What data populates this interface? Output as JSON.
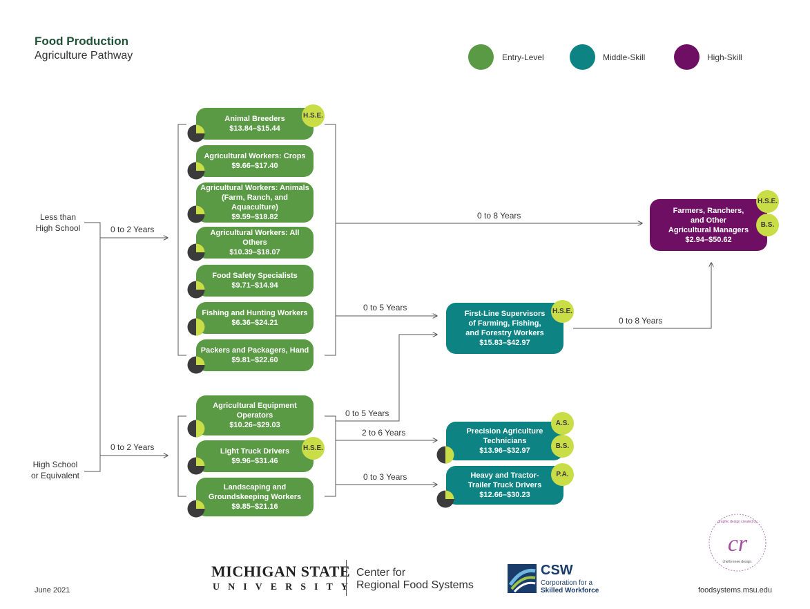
{
  "header": {
    "title": "Food Production",
    "subtitle": "Agriculture Pathway"
  },
  "legend": [
    {
      "label": "Entry-Level",
      "color": "#5a9a45"
    },
    {
      "label": "Middle-Skill",
      "color": "#0d8384"
    },
    {
      "label": "High-Skill",
      "color": "#6f0f64"
    }
  ],
  "entry_points": {
    "less_than_hs": "Less than High School",
    "hs_equivalent": "High School or Equivalent"
  },
  "transitions": {
    "lths_to_group1": "0 to 2 Years",
    "hs_to_group2": "0 to 2 Years",
    "group1_to_farmers": "0 to 8 Years",
    "group1_to_supervisors": "0 to 5 Years",
    "supervisors_to_farmers": "0 to 8 Years",
    "group2_to_supervisors": "0 to 5 Years",
    "group2_to_precision": "2 to 6 Years",
    "group2_to_truck": "0 to 3 Years"
  },
  "jobs": {
    "animal_breeders": {
      "title": "Animal Breeders",
      "wage": "$13.84–$15.44",
      "badges": [
        "H.S.E."
      ],
      "share": 0.25
    },
    "ag_crops": {
      "title": "Agricultural Workers: Crops",
      "wage": "$9.66–$17.40",
      "badges": [],
      "share": 0.25
    },
    "ag_animals": {
      "title": "Agricultural Workers: Animals (Farm, Ranch, and Aquaculture)",
      "title_l1": "Agricultural Workers: Animals",
      "title_l2": "(Farm, Ranch, and Aquaculture)",
      "wage": "$9.59–$18.82",
      "badges": [],
      "share": 0.25
    },
    "ag_others": {
      "title": "Agricultural Workers: All Others",
      "wage": "$10.39–$18.07",
      "badges": [],
      "share": 0.25
    },
    "food_safety": {
      "title": "Food Safety Specialists",
      "wage": "$9.71–$14.94",
      "badges": [],
      "share": 0.25
    },
    "fishing": {
      "title": "Fishing and Hunting Workers",
      "wage": "$6.36–$24.21",
      "badges": [],
      "share": 0.5
    },
    "packers": {
      "title": "Packers and Packagers, Hand",
      "wage": "$9.81–$22.60",
      "badges": [],
      "share": 0.25
    },
    "equip_operators": {
      "title_l1": "Agricultural Equipment",
      "title_l2": "Operators",
      "wage": "$10.26–$29.03",
      "badges": [],
      "share": 0.5
    },
    "light_truck": {
      "title": "Light Truck Drivers",
      "wage": "$9.96–$31.46",
      "badges": [
        "H.S.E."
      ],
      "share": 0.25
    },
    "landscaping": {
      "title_l1": "Landscaping and",
      "title_l2": "Groundskeeping Workers",
      "wage": "$9.85–$21.16",
      "badges": [],
      "share": 0.25
    },
    "supervisors": {
      "title_l1": "First-Line Supervisors",
      "title_l2": "of Farming, Fishing,",
      "title_l3": "and Forestry Workers",
      "wage": "$15.83–$42.97",
      "badges": [
        "H.S.E."
      ]
    },
    "precision": {
      "title_l1": "Precision Agriculture",
      "title_l2": "Technicians",
      "wage": "$13.96–$32.97",
      "badges": [
        "A.S.",
        "B.S."
      ],
      "share": 0.5
    },
    "heavy_truck": {
      "title_l1": "Heavy and Tractor-",
      "title_l2": "Trailer Truck Drivers",
      "wage": "$12.66–$30.23",
      "badges": [
        "P.A."
      ],
      "share": 0.25
    },
    "farmers": {
      "title_l1": "Farmers, Ranchers,",
      "title_l2": "and Other",
      "title_l3": "Agricultural Managers",
      "wage": "$2.94–$50.62",
      "badges": [
        "H.S.E.",
        "B.S."
      ]
    }
  },
  "footer": {
    "date": "June 2021",
    "website": "foodsystems.msu.edu",
    "msu_line1": "MICHIGAN STATE",
    "msu_line2": "UNIVERSITY",
    "center_line1": "Center for",
    "center_line2": "Regional Food Systems",
    "csw_acronym": "CSW",
    "csw_line1": "Corporation for a",
    "csw_line2": "Skilled Workforce",
    "designer_top": "graphic design created by",
    "designer_bottom": "chelli renee design.",
    "designer_monogram": "cr"
  }
}
